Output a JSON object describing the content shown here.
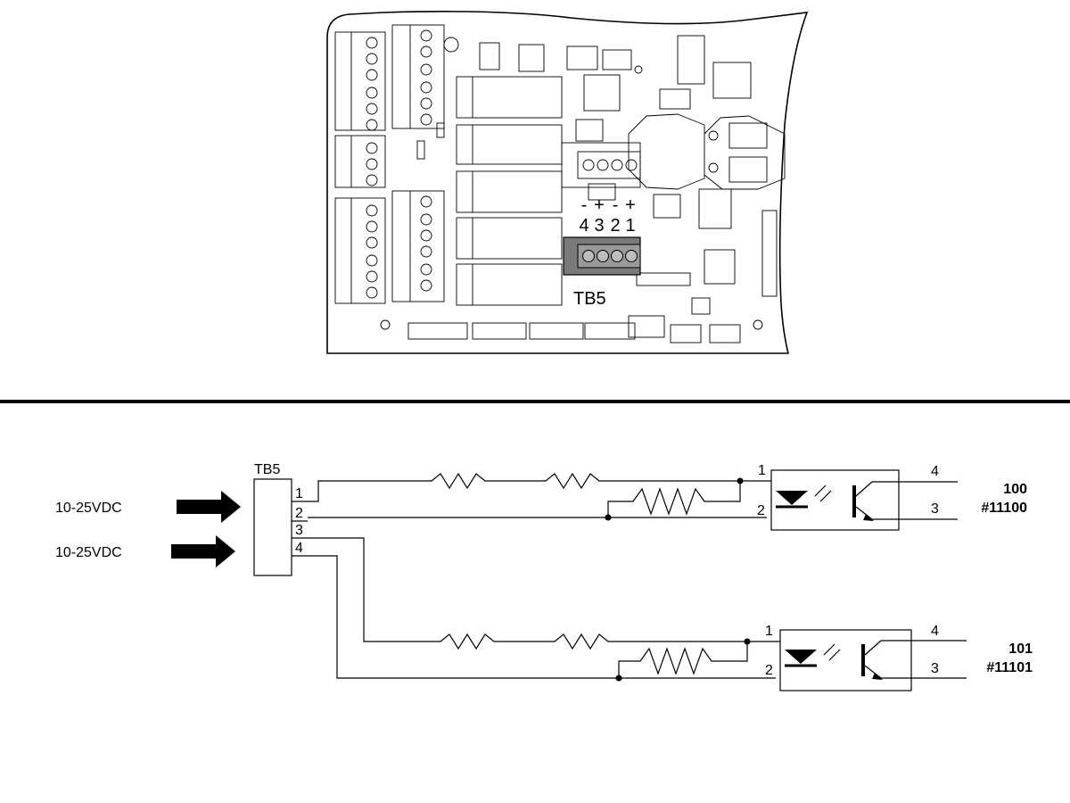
{
  "board": {
    "connector_label": "TB5",
    "polarity": [
      "-",
      "+",
      "-",
      "+"
    ],
    "terminal_numbers": [
      "4",
      "3",
      "2",
      "1"
    ]
  },
  "schematic": {
    "terminal_block_label": "TB5",
    "pin_labels": [
      "1",
      "2",
      "3",
      "4"
    ],
    "inputs": [
      {
        "voltage": "10-25VDC"
      },
      {
        "voltage": "10-25VDC"
      }
    ],
    "optos": [
      {
        "pin1": "1",
        "pin2": "2",
        "pin4": "4",
        "pin3": "3",
        "input_number": "100",
        "input_address": "#11100"
      },
      {
        "pin1": "1",
        "pin2": "2",
        "pin4": "4",
        "pin3": "3",
        "input_number": "101",
        "input_address": "#11101"
      }
    ]
  },
  "colors": {
    "line": "#000000",
    "connector_fill": "#7a7a7a",
    "background": "#ffffff"
  }
}
